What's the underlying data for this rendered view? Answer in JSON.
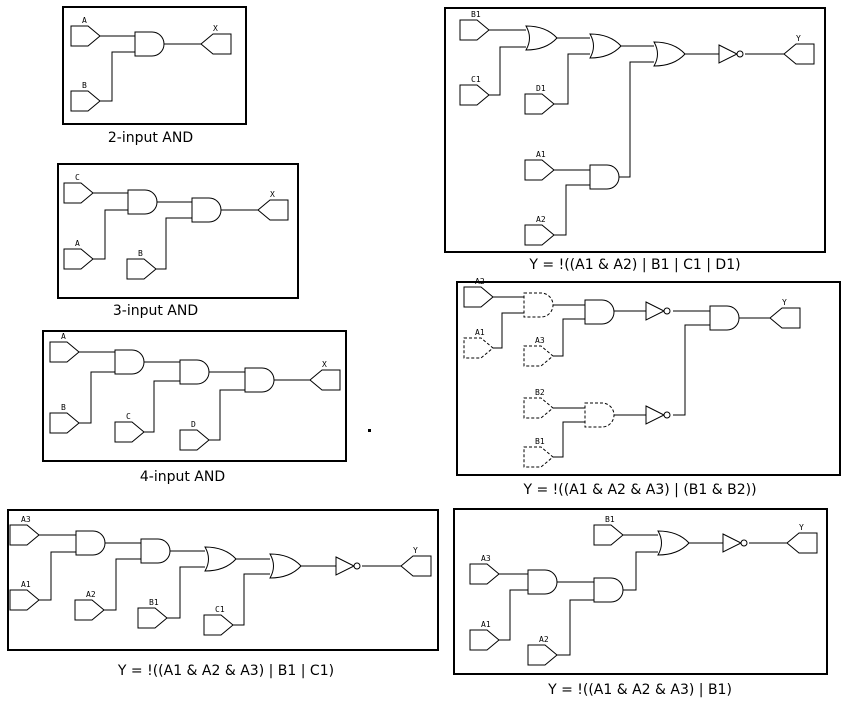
{
  "diagrams": [
    {
      "id": "d1",
      "caption": "2-input AND",
      "pins": [
        "A",
        "B",
        "X"
      ]
    },
    {
      "id": "d2",
      "caption": "3-input AND",
      "pins": [
        "C",
        "A",
        "B",
        "X"
      ]
    },
    {
      "id": "d3",
      "caption": "4-input AND",
      "pins": [
        "A",
        "B",
        "C",
        "D",
        "X"
      ]
    },
    {
      "id": "d4",
      "caption": "Y = !((A1 & A2) | B1 | C1 | D1)",
      "pins": [
        "B1",
        "C1",
        "D1",
        "A1",
        "A2",
        "Y"
      ]
    },
    {
      "id": "d5",
      "caption": "Y = !((A1 & A2 & A3) | (B1 & B2))",
      "pins": [
        "A2",
        "A1",
        "A3",
        "B2",
        "B1",
        "Y"
      ]
    },
    {
      "id": "d6",
      "caption": "Y = !((A1 & A2 & A3) | B1 | C1)",
      "pins": [
        "A3",
        "A1",
        "A2",
        "B1",
        "C1",
        "Y"
      ]
    },
    {
      "id": "d7",
      "caption": "Y = !((A1 & A2 & A3) | B1)",
      "pins": [
        "B1",
        "A3",
        "A1",
        "A2",
        "Y"
      ]
    }
  ],
  "colors": {
    "line": "#000000",
    "background": "#ffffff"
  }
}
